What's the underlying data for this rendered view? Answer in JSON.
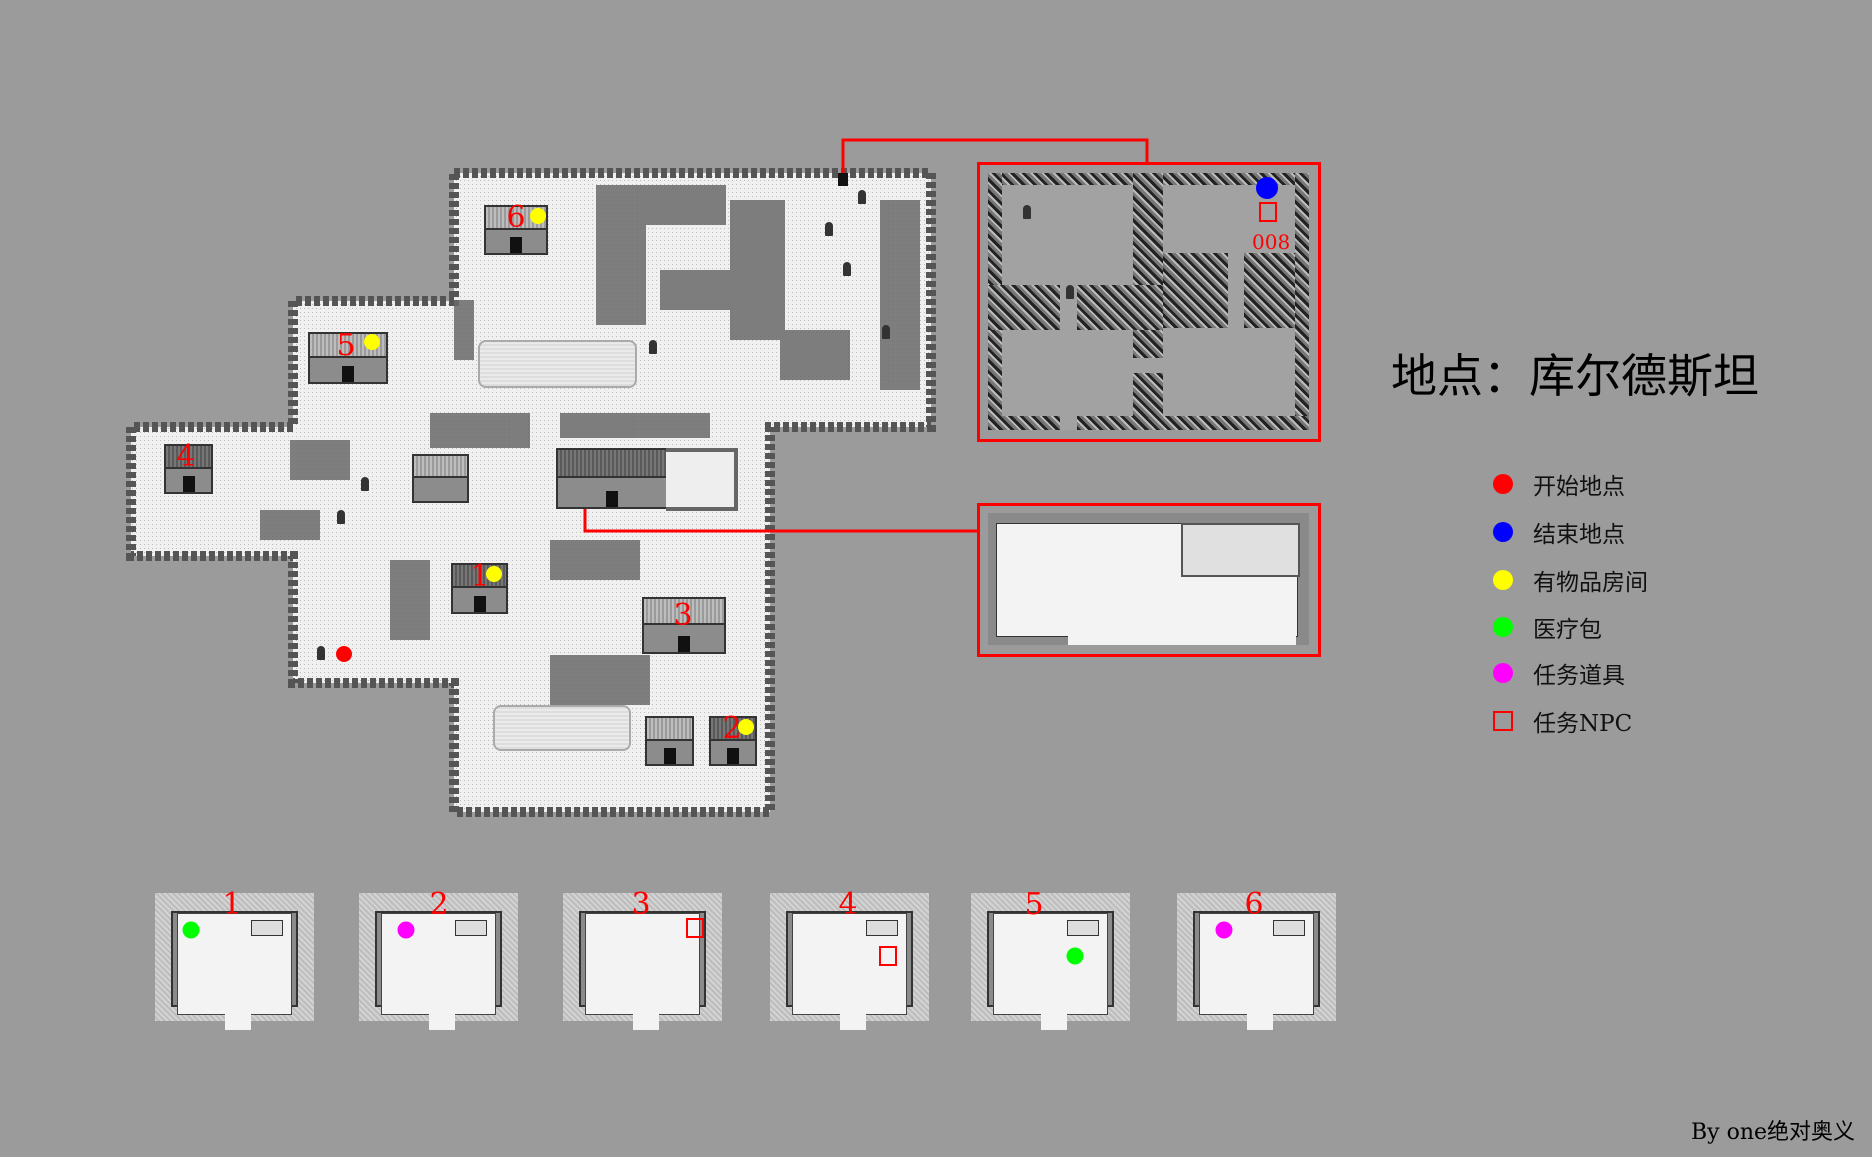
{
  "title": "地点：库尔德斯坦",
  "legend": [
    {
      "label": "开始地点",
      "color": "#ff0000",
      "shape": "circle"
    },
    {
      "label": "结束地点",
      "color": "#0000ff",
      "shape": "circle"
    },
    {
      "label": "有物品房间",
      "color": "#ffff00",
      "shape": "circle"
    },
    {
      "label": "医疗包",
      "color": "#00ff00",
      "shape": "circle"
    },
    {
      "label": "任务道具",
      "color": "#ff00ff",
      "shape": "circle"
    },
    {
      "label": "任务NPC",
      "color": "#ff0000",
      "shape": "square"
    }
  ],
  "map": {
    "building_labels": [
      "1",
      "2",
      "3",
      "4",
      "5",
      "6"
    ],
    "cave_npc_label": "008"
  },
  "rooms": [
    {
      "label": "1",
      "marker": "medkit"
    },
    {
      "label": "2",
      "marker": "quest-item"
    },
    {
      "label": "3",
      "marker": "quest-npc"
    },
    {
      "label": "4",
      "marker": "quest-npc"
    },
    {
      "label": "5",
      "marker": "medkit"
    },
    {
      "label": "6",
      "marker": "quest-item"
    }
  ],
  "credit": "By one绝对奥义"
}
